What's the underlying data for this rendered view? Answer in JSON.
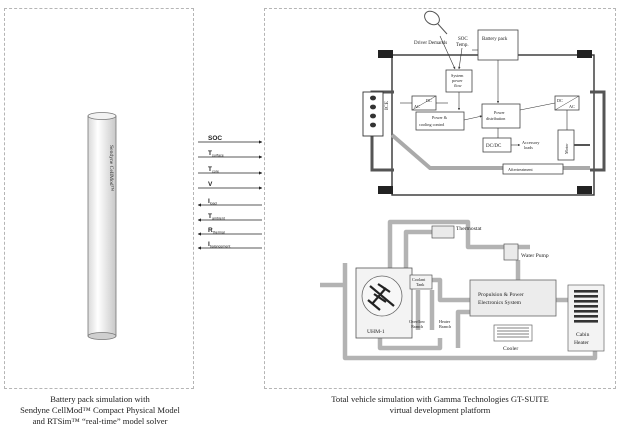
{
  "cell_label": "Sendyne CellMod™",
  "signals": [
    {
      "main": "SOC",
      "sub": ""
    },
    {
      "main": "T",
      "sub": "surface"
    },
    {
      "main": "T",
      "sub": "core"
    },
    {
      "main": "V",
      "sub": ""
    },
    {
      "main": "I",
      "sub": "load"
    },
    {
      "main": "T",
      "sub": "ambient"
    },
    {
      "main": "R",
      "sub": "thermal"
    },
    {
      "main": "I",
      "sub": "balancement"
    }
  ],
  "vehicle": {
    "driver_demands": "Driver Demands",
    "soc_temp": [
      "SOC",
      "Temp."
    ],
    "battery_pack": "Battery pack",
    "system_power_flow": [
      "System",
      "power",
      "flow"
    ],
    "dc_ac_left": [
      "DC",
      "AC"
    ],
    "dc_ac_right": [
      "DC",
      "AC"
    ],
    "ice": "ICE",
    "power_cooling": [
      "Power &",
      "cooling control"
    ],
    "power_distribution": [
      "Power",
      "distribution"
    ],
    "dc_dc": "DC/DC",
    "accessory_loads": [
      "Accessory",
      "loads"
    ],
    "motor": "Motor",
    "aftertreatment": "Aftertreatment"
  },
  "thermal": {
    "thermostat": "Thermostat",
    "water_pump": "Water Pump",
    "uhm": "UHM-1",
    "coolant_tank": [
      "Coolant",
      "Tank"
    ],
    "overflow_branch": [
      "Overflow",
      "Branch"
    ],
    "heater_branch": [
      "Heater",
      "Branch"
    ],
    "propulsion": [
      "Propulsion & Power",
      "Electronics System"
    ],
    "cooler": "Cooler",
    "cabin_heater": [
      "Cabin",
      "Heater"
    ]
  },
  "captions": {
    "left": [
      "Battery pack simulation with",
      "Sendyne CellMod™ Compact Physical Model",
      "and RTSim™ “real-time” model solver"
    ],
    "right": [
      "Total vehicle simulation with Gamma Technologies GT-SUITE",
      "virtual development platform"
    ]
  }
}
